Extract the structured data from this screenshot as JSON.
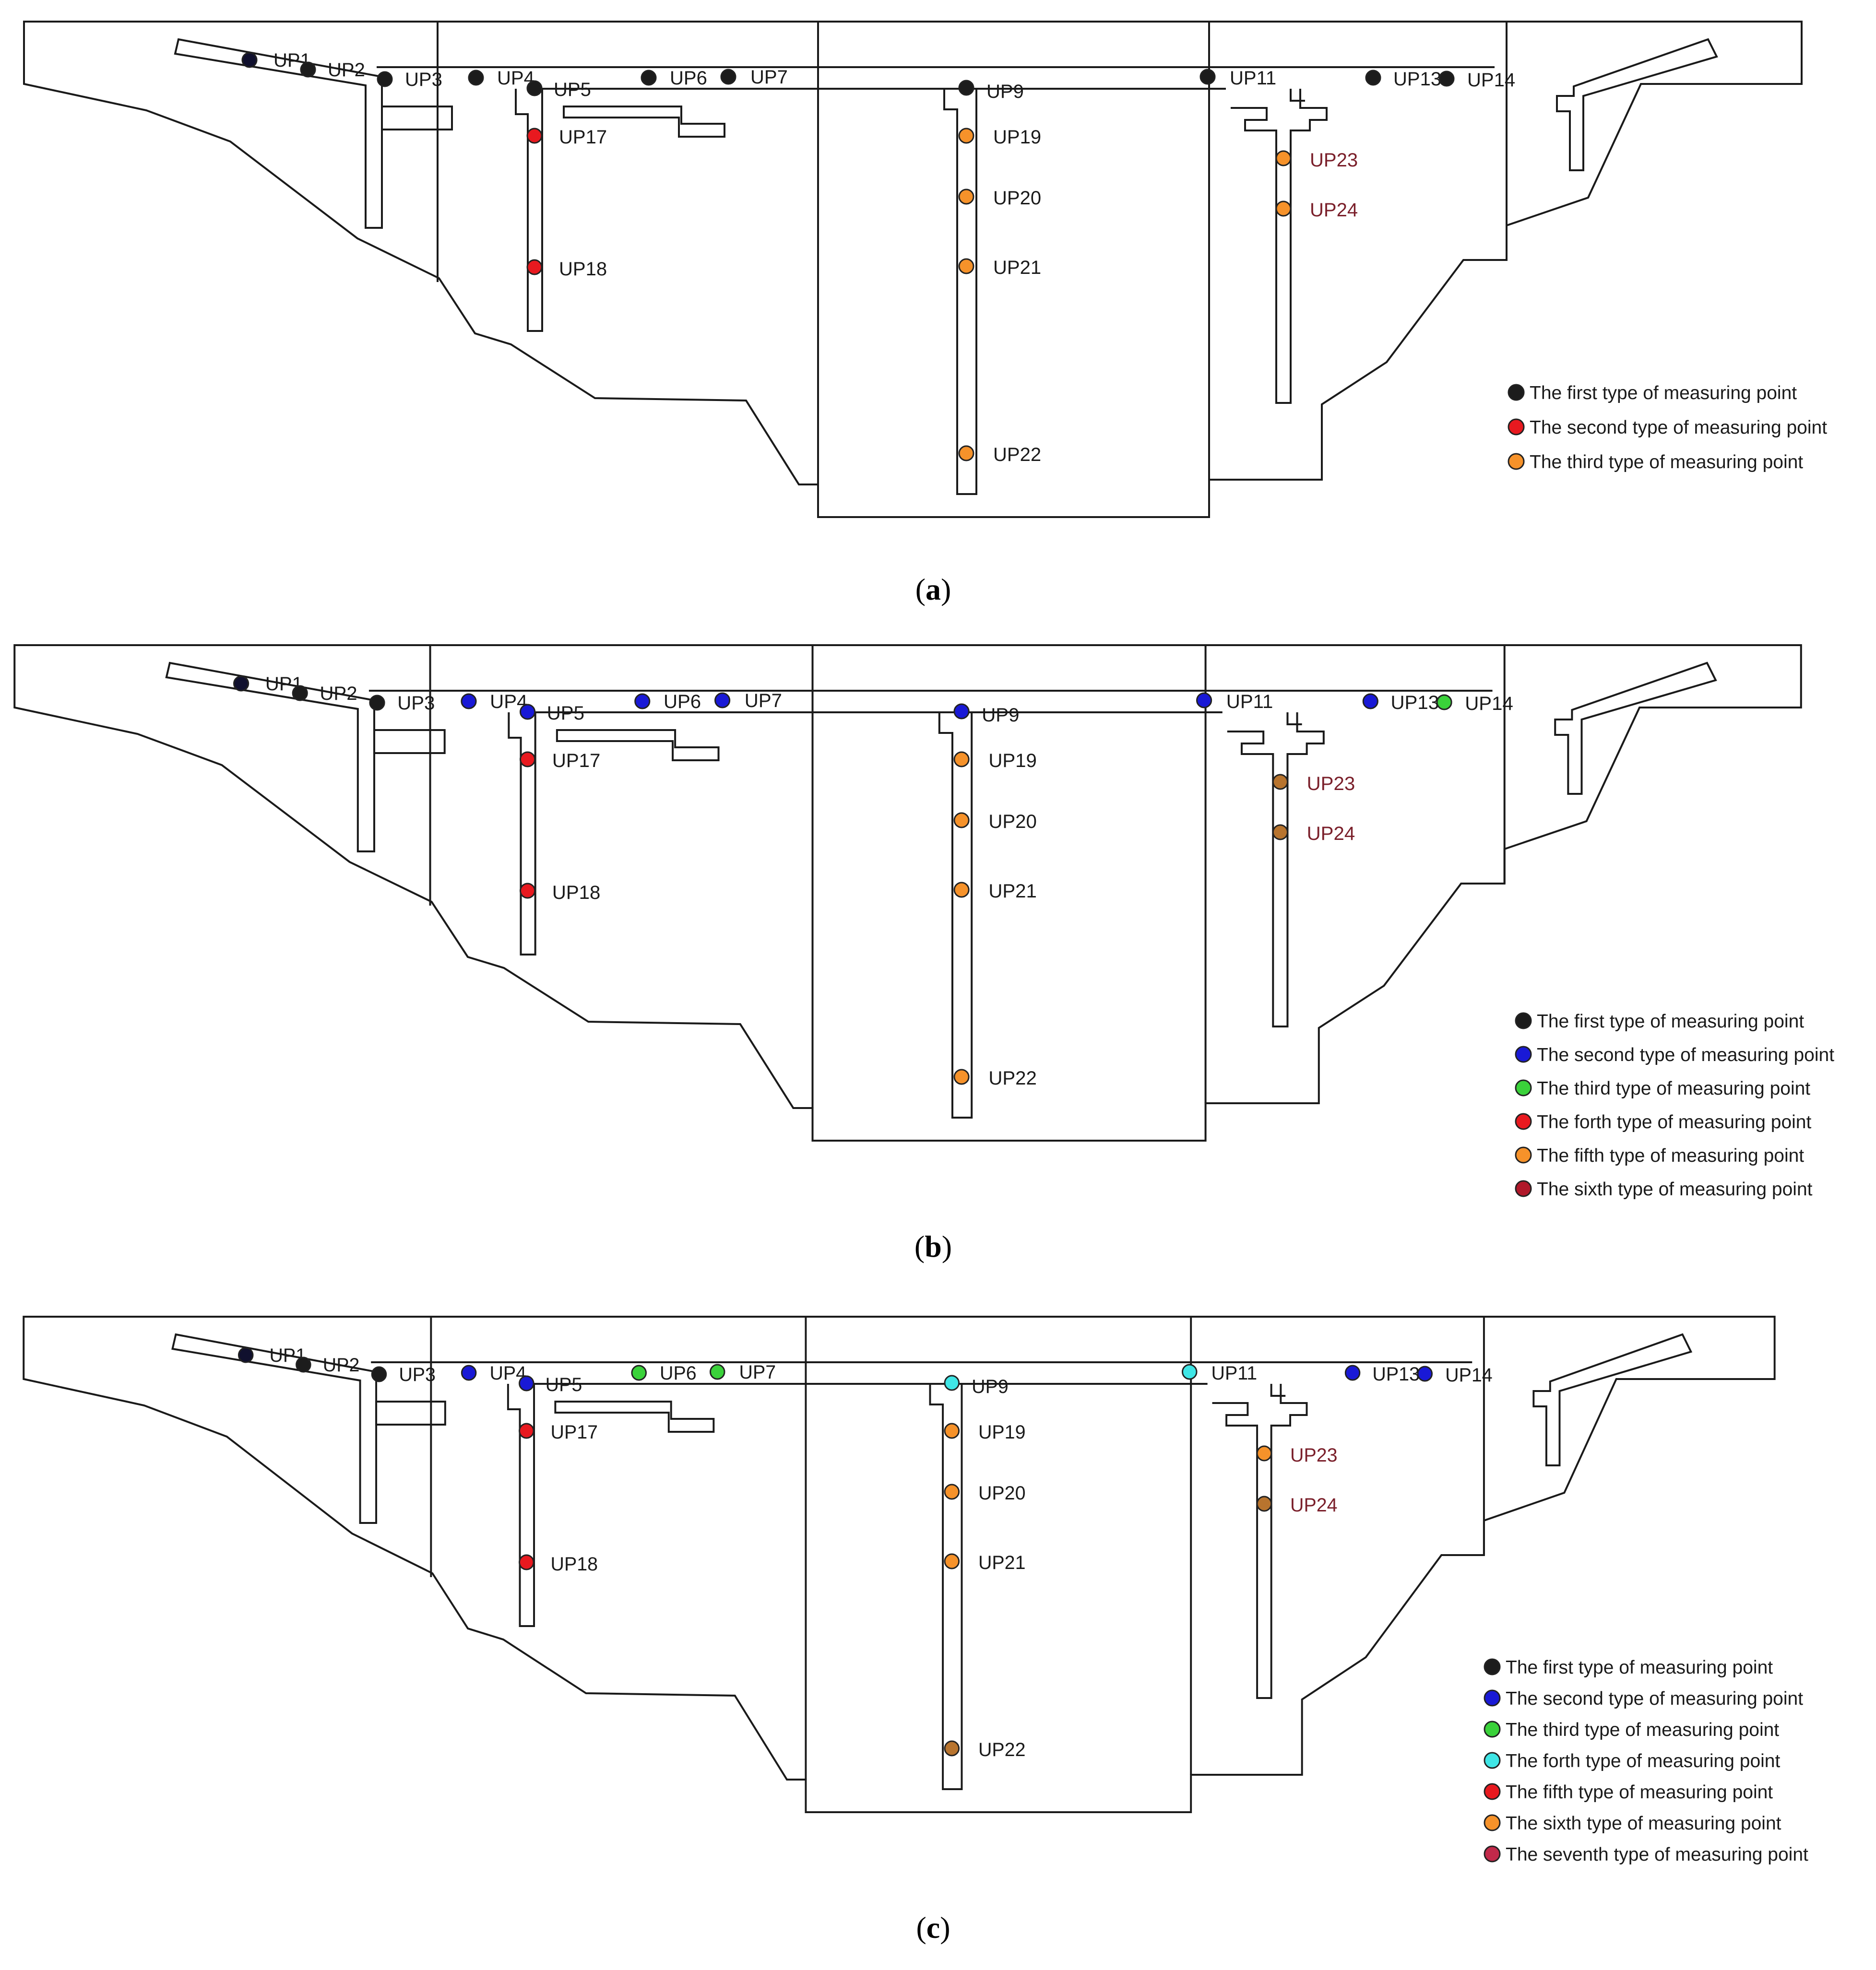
{
  "colors": {
    "black": "#1c1c1c",
    "navy": "#10102e",
    "red": "#e8191f",
    "orange": "#f6922a",
    "brown": "#b8742e",
    "blue": "#1919d6",
    "green": "#3ad23a",
    "cyan": "#3fe6e6",
    "darkred": "#b0182a",
    "crimson": "#c2294a"
  },
  "panels": [
    {
      "caption": {
        "open": "(",
        "letter": "a",
        "close": ")"
      },
      "legend": [
        {
          "label": "The first type of measuring point",
          "color": "black"
        },
        {
          "label": "The second type of measuring point",
          "color": "red"
        },
        {
          "label": "The third type of measuring point",
          "color": "orange"
        }
      ],
      "points": [
        {
          "id": "UP1",
          "color": "navy"
        },
        {
          "id": "UP2",
          "color": "black"
        },
        {
          "id": "UP3",
          "color": "black"
        },
        {
          "id": "UP4",
          "color": "black"
        },
        {
          "id": "UP5",
          "color": "black"
        },
        {
          "id": "UP6",
          "color": "black"
        },
        {
          "id": "UP7",
          "color": "black"
        },
        {
          "id": "UP9",
          "color": "black"
        },
        {
          "id": "UP11",
          "color": "black"
        },
        {
          "id": "UP13",
          "color": "black"
        },
        {
          "id": "UP14",
          "color": "black"
        },
        {
          "id": "UP17",
          "color": "red"
        },
        {
          "id": "UP18",
          "color": "red"
        },
        {
          "id": "UP19",
          "color": "orange"
        },
        {
          "id": "UP20",
          "color": "orange"
        },
        {
          "id": "UP21",
          "color": "orange"
        },
        {
          "id": "UP22",
          "color": "orange"
        },
        {
          "id": "UP23",
          "color": "orange"
        },
        {
          "id": "UP24",
          "color": "orange"
        }
      ]
    },
    {
      "caption": {
        "open": "(",
        "letter": "b",
        "close": ")"
      },
      "legend": [
        {
          "label": "The first type of measuring point",
          "color": "black"
        },
        {
          "label": "The second type of measuring point",
          "color": "blue"
        },
        {
          "label": "The third type of measuring point",
          "color": "green"
        },
        {
          "label": "The forth type of measuring point",
          "color": "red"
        },
        {
          "label": "The fifth type of measuring point",
          "color": "orange"
        },
        {
          "label": "The sixth type of measuring point",
          "color": "darkred"
        }
      ],
      "points": [
        {
          "id": "UP1",
          "color": "navy"
        },
        {
          "id": "UP2",
          "color": "black"
        },
        {
          "id": "UP3",
          "color": "black"
        },
        {
          "id": "UP4",
          "color": "blue"
        },
        {
          "id": "UP5",
          "color": "blue"
        },
        {
          "id": "UP6",
          "color": "blue"
        },
        {
          "id": "UP7",
          "color": "blue"
        },
        {
          "id": "UP9",
          "color": "blue"
        },
        {
          "id": "UP11",
          "color": "blue"
        },
        {
          "id": "UP13",
          "color": "blue"
        },
        {
          "id": "UP14",
          "color": "green"
        },
        {
          "id": "UP17",
          "color": "red"
        },
        {
          "id": "UP18",
          "color": "red"
        },
        {
          "id": "UP19",
          "color": "orange"
        },
        {
          "id": "UP20",
          "color": "orange"
        },
        {
          "id": "UP21",
          "color": "orange"
        },
        {
          "id": "UP22",
          "color": "orange"
        },
        {
          "id": "UP23",
          "color": "brown"
        },
        {
          "id": "UP24",
          "color": "brown"
        }
      ]
    },
    {
      "caption": {
        "open": "(",
        "letter": "c",
        "close": ")"
      },
      "legend": [
        {
          "label": "The first type of measuring point",
          "color": "black"
        },
        {
          "label": "The second type of measuring point",
          "color": "blue"
        },
        {
          "label": "The third type of measuring point",
          "color": "green"
        },
        {
          "label": "The forth type of measuring point",
          "color": "cyan"
        },
        {
          "label": "The fifth type of measuring point",
          "color": "red"
        },
        {
          "label": "The sixth type of measuring point",
          "color": "orange"
        },
        {
          "label": "The seventh type of measuring point",
          "color": "crimson"
        }
      ],
      "points": [
        {
          "id": "UP1",
          "color": "navy"
        },
        {
          "id": "UP2",
          "color": "black"
        },
        {
          "id": "UP3",
          "color": "black"
        },
        {
          "id": "UP4",
          "color": "blue"
        },
        {
          "id": "UP5",
          "color": "blue"
        },
        {
          "id": "UP6",
          "color": "green"
        },
        {
          "id": "UP7",
          "color": "green"
        },
        {
          "id": "UP9",
          "color": "cyan"
        },
        {
          "id": "UP11",
          "color": "cyan"
        },
        {
          "id": "UP13",
          "color": "blue"
        },
        {
          "id": "UP14",
          "color": "blue"
        },
        {
          "id": "UP17",
          "color": "red"
        },
        {
          "id": "UP18",
          "color": "red"
        },
        {
          "id": "UP19",
          "color": "orange"
        },
        {
          "id": "UP20",
          "color": "orange"
        },
        {
          "id": "UP21",
          "color": "orange"
        },
        {
          "id": "UP22",
          "color": "brown"
        },
        {
          "id": "UP23",
          "color": "orange"
        },
        {
          "id": "UP24",
          "color": "brown"
        }
      ]
    }
  ]
}
